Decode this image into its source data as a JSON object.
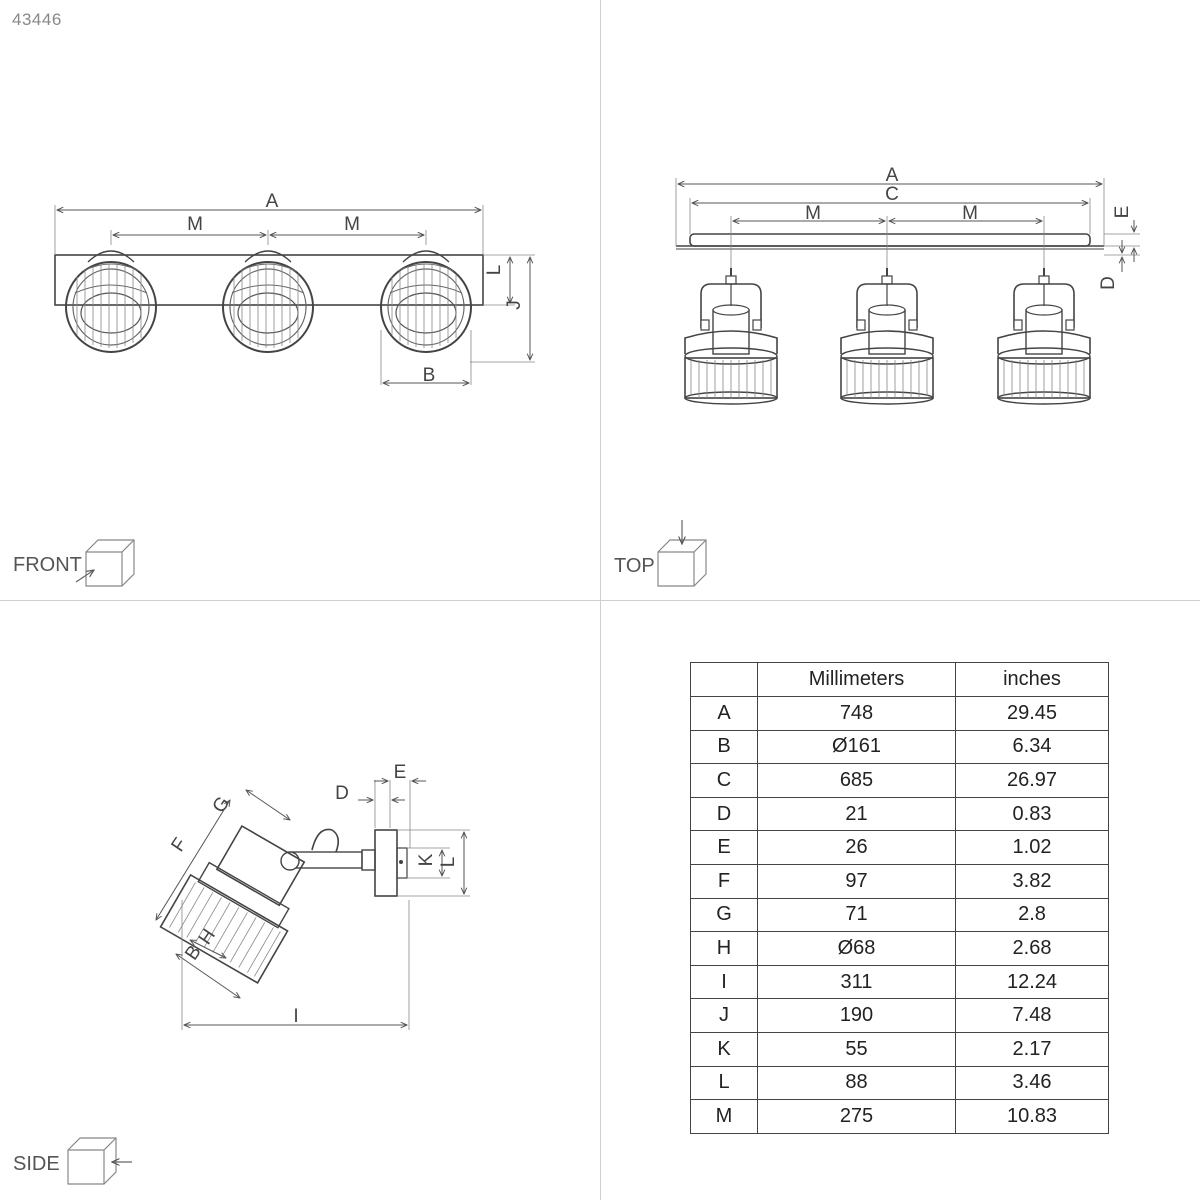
{
  "product_code": "43446",
  "views": {
    "front": "FRONT",
    "top": "TOP",
    "side": "SIDE"
  },
  "labels": {
    "A": "A",
    "B": "B",
    "C": "C",
    "D": "D",
    "E": "E",
    "F": "F",
    "G": "G",
    "H": "H",
    "I": "I",
    "J": "J",
    "K": "K",
    "L": "L",
    "M": "M"
  },
  "table": {
    "headers": [
      "",
      "Millimeters",
      "inches"
    ],
    "rows": [
      [
        "A",
        "748",
        "29.45"
      ],
      [
        "B",
        "Ø161",
        "6.34"
      ],
      [
        "C",
        "685",
        "26.97"
      ],
      [
        "D",
        "21",
        "0.83"
      ],
      [
        "E",
        "26",
        "1.02"
      ],
      [
        "F",
        "97",
        "3.82"
      ],
      [
        "G",
        "71",
        "2.8"
      ],
      [
        "H",
        "Ø68",
        "2.68"
      ],
      [
        "I",
        "311",
        "12.24"
      ],
      [
        "J",
        "190",
        "7.48"
      ],
      [
        "K",
        "55",
        "2.17"
      ],
      [
        "L",
        "88",
        "3.46"
      ],
      [
        "M",
        "275",
        "10.83"
      ]
    ]
  },
  "colors": {
    "line": "#555555",
    "divider": "#cfcfcf",
    "text": "#333333"
  }
}
